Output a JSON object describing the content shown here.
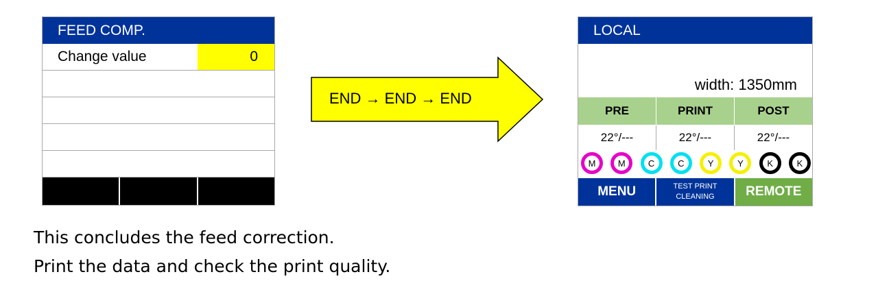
{
  "feed_comp_screen": {
    "title": "FEED COMP.",
    "change_value_label": "Change value",
    "change_value": "0",
    "colors": {
      "title_bg": "#003399",
      "value_bg": "#ffff00",
      "function_keys": "#000000"
    }
  },
  "arrow": {
    "label": "END → END → END",
    "color": "#ffff00"
  },
  "local_screen": {
    "title": "LOCAL",
    "width_text": "width: 1350mm",
    "heaters": [
      {
        "name": "PRE",
        "temp": "22°/---"
      },
      {
        "name": "PRINT",
        "temp": "22°/---"
      },
      {
        "name": "POST",
        "temp": "22°/---"
      }
    ],
    "inks": [
      {
        "letter": "M",
        "color": "magenta"
      },
      {
        "letter": "M",
        "color": "magenta"
      },
      {
        "letter": "C",
        "color": "cyan"
      },
      {
        "letter": "C",
        "color": "cyan"
      },
      {
        "letter": "Y",
        "color": "yellow"
      },
      {
        "letter": "Y",
        "color": "yellow"
      },
      {
        "letter": "K",
        "color": "black"
      },
      {
        "letter": "K",
        "color": "black"
      }
    ],
    "function_keys": {
      "menu": "MENU",
      "test_print_line1": "TEST PRINT",
      "test_print_line2": "CLEANING",
      "remote": "REMOTE"
    },
    "colors": {
      "title_bg": "#003399",
      "heater_bg": "#a9d18e",
      "remote_bg": "#70ad47"
    }
  },
  "caption": {
    "line1": "This concludes the feed correction.",
    "line2": "Print the data and check the print quality."
  }
}
